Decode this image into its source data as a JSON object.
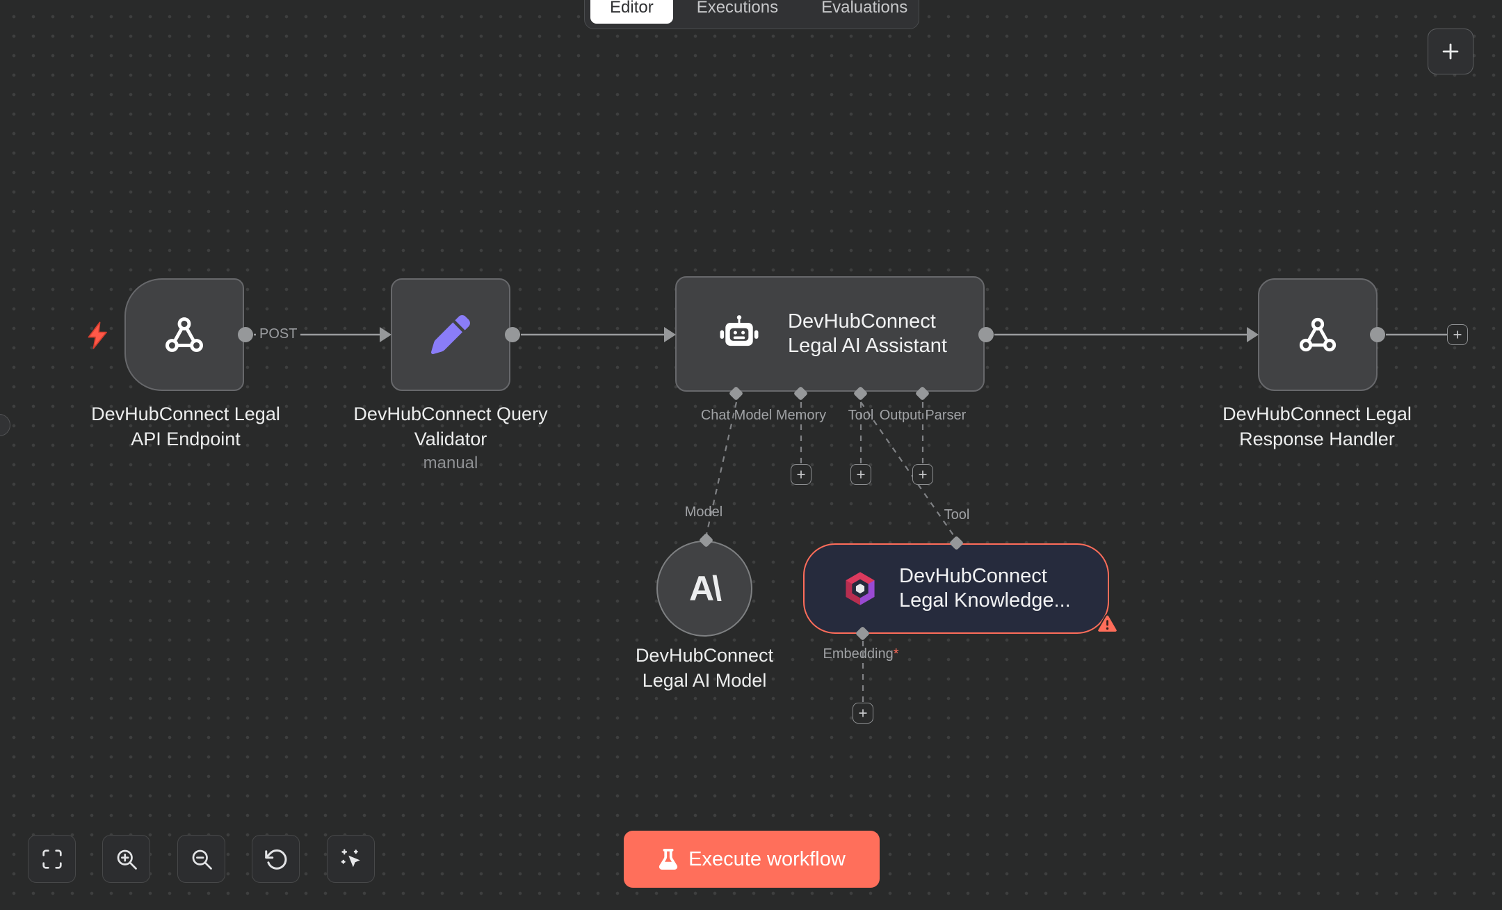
{
  "colors": {
    "canvas_bg": "#292a2a",
    "grid_dot": "#3e3f3f",
    "node_bg": "#414244",
    "node_border": "#67686b",
    "knowledge_bg": "#262b3d",
    "wire": "#9a9c9e",
    "accent": "#ff6f5b",
    "error": "#ff6d5a",
    "pencil_purple": "#8a7df8",
    "text_primary": "#eceded",
    "text_secondary": "#9b9da0",
    "active_tab_bg": "#ffffff"
  },
  "header": {
    "tabs": [
      {
        "label": "Editor",
        "active": true
      },
      {
        "label": "Executions",
        "active": false
      },
      {
        "label": "Evaluations",
        "active": false
      }
    ]
  },
  "nodes": {
    "api_endpoint": {
      "title1": "DevHubConnect Legal",
      "title2": "API Endpoint",
      "output_label": "POST"
    },
    "query_validator": {
      "title1": "DevHubConnect Query",
      "title2": "Validator",
      "subtitle": "manual"
    },
    "ai_assistant": {
      "title1": "DevHubConnect",
      "title2": "Legal AI Assistant",
      "ports": [
        "Chat Model",
        "Memory",
        "Tool",
        "Output Parser"
      ]
    },
    "ai_model": {
      "title1": "DevHubConnect",
      "title2": "Legal AI Model",
      "logo": "A\\",
      "port": "Model"
    },
    "knowledge_store": {
      "title1": "DevHubConnect",
      "title2": "Legal Knowledge...",
      "port_top": "Tool",
      "port_bottom": "Embedding",
      "required_mark": "*",
      "error": true
    },
    "response_handler": {
      "title1": "DevHubConnect Legal",
      "title2": "Response Handler"
    }
  },
  "icons": {
    "trigger_bolt": "⚡",
    "webhook": "webhook-nodes",
    "edit_pencil": "✏",
    "robot": "🤖",
    "anthropic_logo": "A\\",
    "qdrant_logo": "hexagon",
    "warning": "⚠",
    "flask": "⚗",
    "plus": "+",
    "fit_view": "⛶",
    "zoom_in": "🔍+",
    "zoom_out": "🔍−",
    "undo": "↺",
    "tidy_up": "✨"
  },
  "footer": {
    "execute_label": "Execute workflow"
  }
}
